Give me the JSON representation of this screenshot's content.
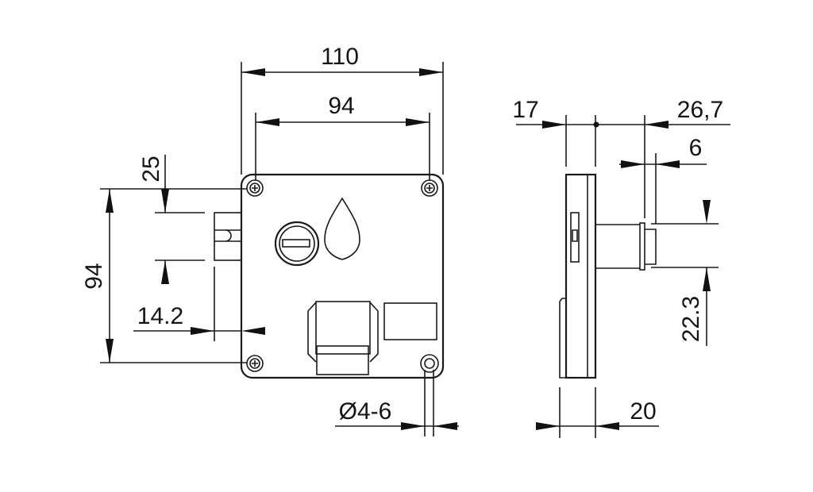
{
  "front_view": {
    "dims": {
      "overall_width": "110",
      "screw_spacing_width": "94",
      "screw_spacing_height": "94",
      "latch_height": "25",
      "latch_offset": "14.2",
      "hole_diameter": "Ø4-6"
    }
  },
  "side_view": {
    "dims": {
      "left_offset": "17",
      "cylinder_projection": "26,7",
      "flange": "6",
      "cylinder_height": "22.3",
      "depth": "20"
    }
  }
}
